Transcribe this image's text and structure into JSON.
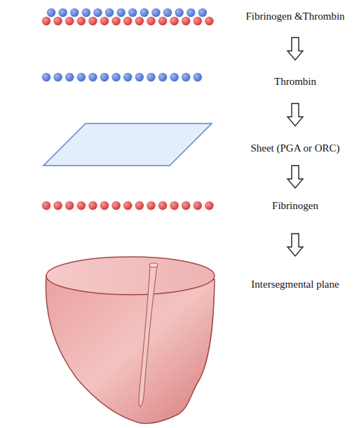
{
  "diagram": {
    "nodes": [
      {
        "text": [
          "Fibrinogen &Thrombin"
        ]
      },
      {
        "text": [
          "Thrombin"
        ]
      },
      {
        "text": [
          "Sheet (PGA or ORC)"
        ]
      },
      {
        "text": [
          "Fibrinogen"
        ]
      },
      {
        "text": [
          "Intersegmental plane"
        ]
      }
    ],
    "edges": [
      {
        "from": 0,
        "to": 1,
        "arrow": "to"
      },
      {
        "from": 1,
        "to": 2,
        "arrow": "to"
      },
      {
        "from": 2,
        "to": 3,
        "arrow": "to"
      },
      {
        "from": 3,
        "to": 4,
        "arrow": "to"
      }
    ]
  }
}
